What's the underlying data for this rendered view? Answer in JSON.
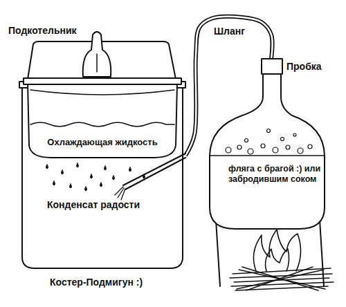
{
  "diagram": {
    "nodes": [
      {
        "text": [
          "Конденсат радости"
        ]
      },
      {
        "text": [
          "Охлаждающая жидкость"
        ],
        "in": 0
      },
      {
        "text": [
          "фляга с брагой :) или забродившим соком"
        ]
      }
    ],
    "edges": [
      {
        "from": 2,
        "to": 0,
        "label": "Шланг",
        "arrow": "none"
      }
    ],
    "labels": [
      "Подкотельник",
      "Пробка",
      "Костер-Подмигун :)"
    ]
  }
}
